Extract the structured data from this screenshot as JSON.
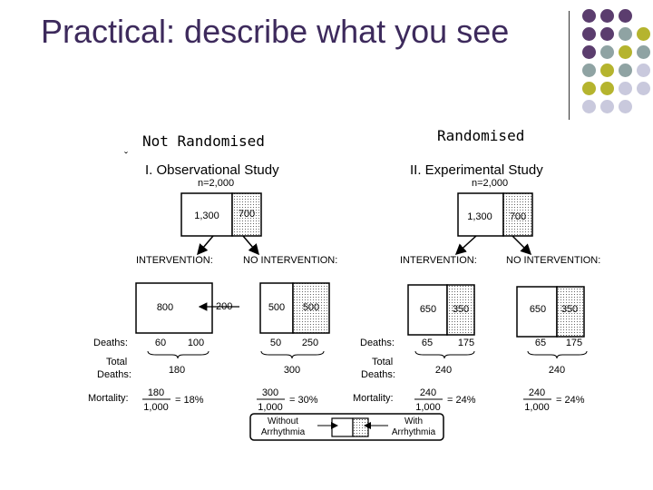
{
  "slide": {
    "title": "Practical: describe what you see",
    "label_left": "Not Randomised",
    "label_right": "Randomised"
  },
  "observational": {
    "heading": "I. Observational Study",
    "n": "n=2,000",
    "box_left": "1,300",
    "box_right": "700",
    "intervention": "INTERVENTION:",
    "no_intervention": "NO INTERVENTION:",
    "int_box_left": "800",
    "int_side_value": "200",
    "noint_box_left": "500",
    "noint_box_right": "500",
    "deaths_label": "Deaths:",
    "deaths_int_a": "60",
    "deaths_int_b": "100",
    "deaths_noint_a": "50",
    "deaths_noint_b": "250",
    "total_label_1": "Total",
    "total_label_2": "Deaths:",
    "total_int": "180",
    "total_noint": "300",
    "mortality_label": "Mortality:",
    "mort_int_num": "180",
    "mort_int_den": "1,000",
    "mort_int_pct": "= 18%",
    "mort_noint_num": "300",
    "mort_noint_den": "1,000",
    "mort_noint_pct": "= 30%"
  },
  "experimental": {
    "heading": "II. Experimental Study",
    "n": "n=2,000",
    "box_left": "1,300",
    "box_right": "700",
    "intervention": "INTERVENTION:",
    "no_intervention": "NO INTERVENTION:",
    "int_box_left": "650",
    "int_box_right": "350",
    "noint_box_left": "650",
    "noint_box_right": "350",
    "deaths_label": "Deaths:",
    "deaths_int_a": "65",
    "deaths_int_b": "175",
    "deaths_noint_a": "65",
    "deaths_noint_b": "175",
    "total_label_1": "Total",
    "total_label_2": "Deaths:",
    "total_int": "240",
    "total_noint": "240",
    "mortality_label": "Mortality:",
    "mort_int_num": "240",
    "mort_int_den": "1,000",
    "mort_int_pct": "= 24%",
    "mort_noint_num": "240",
    "mort_noint_den": "1,000",
    "mort_noint_pct": "= 24%"
  },
  "legend": {
    "without_1": "Without",
    "without_2": "Arrhythmia",
    "with_1": "With",
    "with_2": "Arrhythmia"
  },
  "colors": {
    "title": "#3d2a5c",
    "purple": "#5b3d6e",
    "teal": "#8fa3a3",
    "olive": "#b5b42e",
    "lavender": "#c9c9dd"
  }
}
